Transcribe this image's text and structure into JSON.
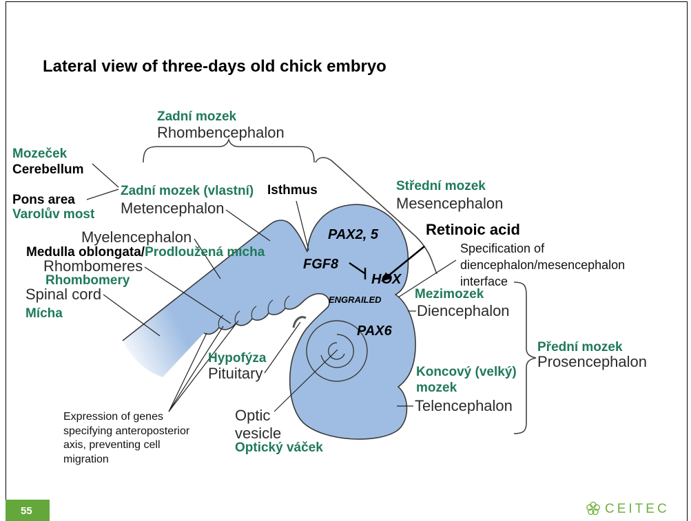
{
  "slide": {
    "title": "Lateral view of three-days old chick embryo",
    "page_number": "55",
    "logo_text": "CEITEC",
    "logo_icon": "ceitec-flower-icon"
  },
  "colors": {
    "czech_label": "#1f7a58",
    "tissue": "#9fbde2",
    "page_badge": "#64a83c",
    "logo": "#6fb03f"
  },
  "regions": {
    "rhombencephalon": {
      "czech": "Zadní mozek",
      "latin": "Rhombencephalon"
    },
    "cerebellum": {
      "czech": "Mozeček",
      "english": "Cerebellum"
    },
    "pons": {
      "english": "Pons area",
      "czech": "Varolův most"
    },
    "metencephalon": {
      "czech": "Zadní mozek (vlastní)",
      "latin": "Metencephalon"
    },
    "isthmus": {
      "english": "Isthmus"
    },
    "mesencephalon": {
      "czech": "Střední mozek",
      "latin": "Mesencephalon"
    },
    "myelencephalon": {
      "latin": "Myelencephalon",
      "english": "Medulla oblongata/",
      "czech": "Prodloužená mícha"
    },
    "rhombomeres": {
      "english": "Rhombomeres",
      "czech": "Rhombomery"
    },
    "spinal_cord": {
      "english": "Spinal cord",
      "czech": "Mícha"
    },
    "diencephalon": {
      "czech": "Mezimozek",
      "latin": "Diencephalon"
    },
    "prosencephalon": {
      "czech": "Přední mozek",
      "latin": "Prosencephalon"
    },
    "pituitary": {
      "czech": "Hypofýza",
      "english": "Pituitary"
    },
    "telencephalon": {
      "czech_line1": "Koncový (velký)",
      "czech_line2": "mozek",
      "latin": "Telencephalon"
    },
    "optic_vesicle": {
      "english_line1": "Optic",
      "english_line2": "vesicle",
      "czech": "Optický váček"
    }
  },
  "genes": {
    "pax2_5": "PAX2, 5",
    "fgf8": "FGF8",
    "hox": "HOX",
    "engrailed": "ENGRAILED",
    "pax6": "PAX6"
  },
  "signaling": {
    "retinoic_acid": "Retinoic acid",
    "specification": [
      "Specification of",
      "diencephalon/mesencephalon",
      "interface"
    ]
  },
  "gene_expression_note": [
    "Expression of genes",
    "specifying anteroposterior",
    "axis, preventing cell",
    "migration"
  ]
}
